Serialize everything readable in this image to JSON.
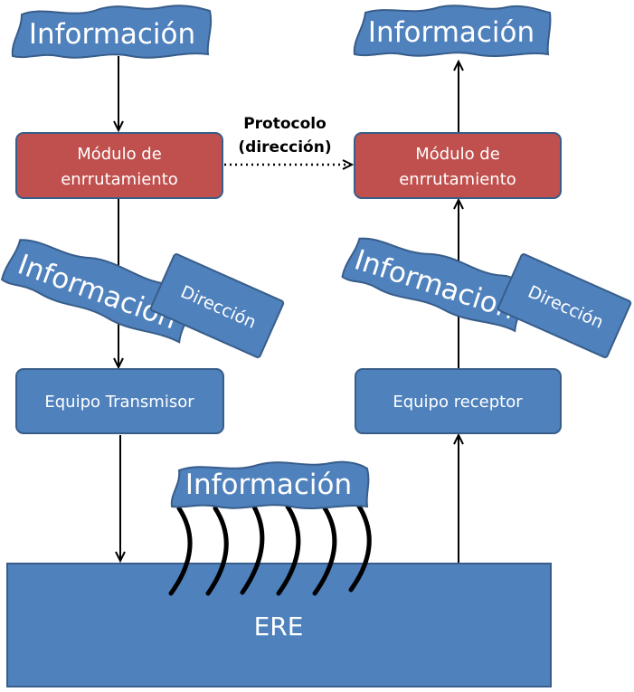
{
  "colors": {
    "blue_fill": "#4f81bd",
    "blue_stroke": "#385d8a",
    "red_fill": "#c0504d",
    "red_stroke": "#385d8a",
    "text_light": "#ffffff",
    "text_dark": "#000000"
  },
  "sender": {
    "info_label": "Información",
    "routing_line1": "Módulo de",
    "routing_line2": "enrrutamiento",
    "tilted_info": "Informacion",
    "tilted_address": "Dirección",
    "equipment": "Equipo Transmisor"
  },
  "receiver": {
    "info_label": "Información",
    "routing_line1": "Módulo de",
    "routing_line2": "enrrutamiento",
    "tilted_info": "Informacion",
    "tilted_address": "Dirección",
    "equipment": "Equipo receptor"
  },
  "protocol": {
    "line1": "Protocolo",
    "line2": "(dirección)"
  },
  "channel": {
    "info_label": "Información",
    "medium_label": "ERE"
  }
}
